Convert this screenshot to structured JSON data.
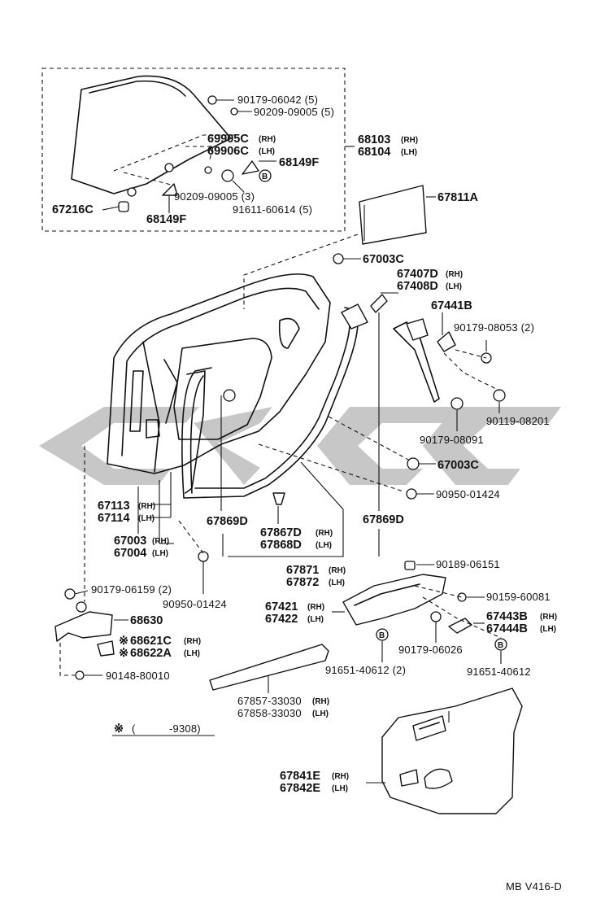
{
  "parts": {
    "p_90179_06042": "90179-06042 (5)",
    "p_90209_09005_5": "90209-09005 (5)",
    "p_69905c": "69905C",
    "p_69906c": "69906C",
    "p_68149f_a": "68149F",
    "p_90209_09005_3": "90209-09005 (3)",
    "p_91611_60614": "91611-60614 (5)",
    "p_67216c": "67216C",
    "p_68149f_b": "68149F",
    "p_68103": "68103",
    "p_68104": "68104",
    "p_67811a": "67811A",
    "p_67003c_top": "67003C",
    "p_67407d": "67407D",
    "p_67408d": "67408D",
    "p_67441b": "67441B",
    "p_90179_08053": "90179-08053 (2)",
    "p_90119_08201": "90119-08201",
    "p_90179_08091": "90179-08091",
    "p_67003c_mid": "67003C",
    "p_90950_01424_a": "90950-01424",
    "p_67113": "67113",
    "p_67114": "67114",
    "p_67869d_l": "67869D",
    "p_67869d_r": "67869D",
    "p_67003": "67003",
    "p_67004": "67004",
    "p_67867d": "67867D",
    "p_67868d": "67868D",
    "p_67871": "67871",
    "p_67872": "67872",
    "p_90189_06151": "90189-06151",
    "p_90159_60081": "90159-60081",
    "p_67421": "67421",
    "p_67422": "67422",
    "p_67443b": "67443B",
    "p_67444b": "67444B",
    "p_90179_06159": "90179-06159 (2)",
    "p_68630": "68630",
    "p_90950_01424_b": "90950-01424",
    "p_68621c": "68621C",
    "p_68622a": "68622A",
    "p_90148_80010": "90148-80010",
    "p_90179_06026": "90179-06026",
    "p_91651_40612_2": "91651-40612 (2)",
    "p_91651_40612": "91651-40612",
    "p_67857": "67857-33030",
    "p_67858": "67858-33030",
    "p_67841e": "67841E",
    "p_67842e": "67842E"
  },
  "side": {
    "rh": "(RH)",
    "lh": "(LH)"
  },
  "markers": {
    "b_symbol": "B",
    "asterisk": "※"
  },
  "legend": {
    "mark": "※",
    "open": "(",
    "range": "-9308)"
  },
  "footer": {
    "code": "MB  V416-D"
  }
}
